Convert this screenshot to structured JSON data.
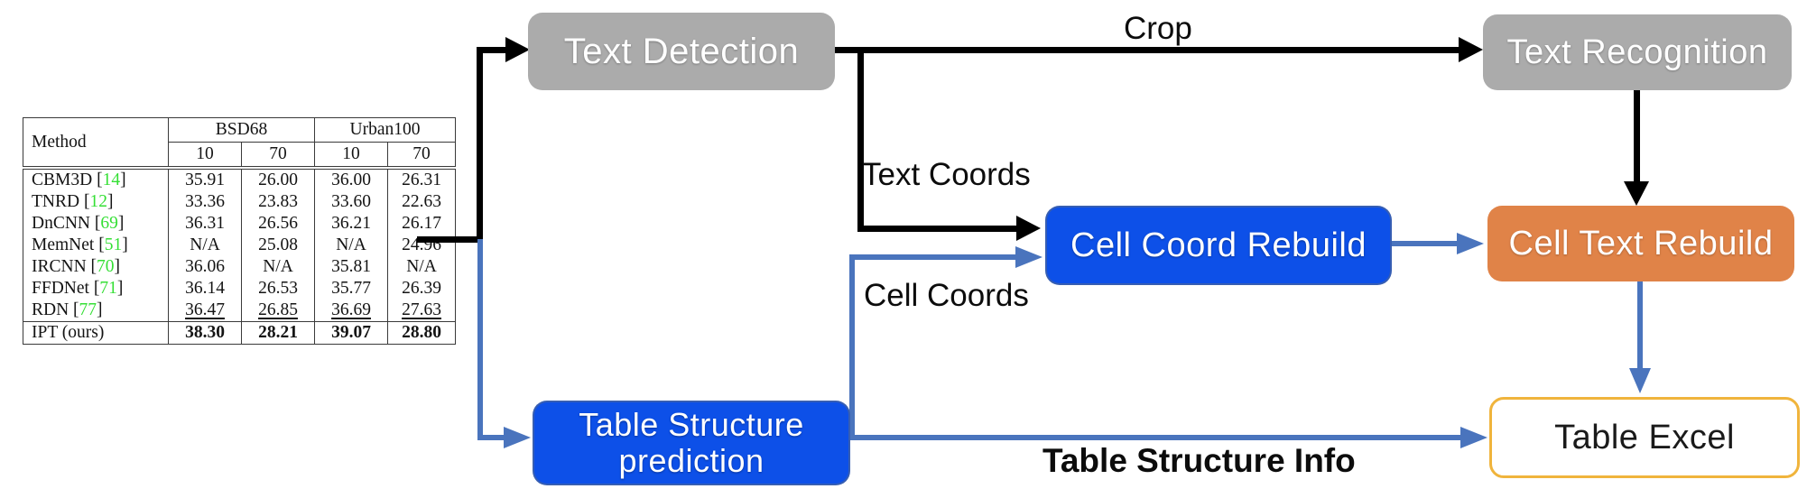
{
  "diagram": {
    "nodes": {
      "text_detection": {
        "label": "Text Detection"
      },
      "text_recognition": {
        "label": "Text Recognition"
      },
      "cell_coord_rebuild": {
        "label": "Cell Coord Rebuild"
      },
      "cell_text_rebuild": {
        "label": "Cell Text Rebuild"
      },
      "table_structure_prediction": {
        "line1": "Table Structure",
        "line2": "prediction"
      },
      "table_excel": {
        "label": "Table Excel"
      }
    },
    "edge_labels": {
      "crop": "Crop",
      "text_coords": "Text Coords",
      "cell_coords": "Cell Coords",
      "table_structure_info": "Table Structure Info"
    },
    "colors": {
      "node_gray": "#ababab",
      "node_blue": "#0d50e8",
      "node_orange": "#e08348",
      "excel_border_gold": "#f0b43c",
      "arrow_black": "#000000",
      "arrow_blue": "#4a74bd",
      "citation_green": "#35df35"
    }
  },
  "input_table": {
    "col_method": "Method",
    "group_headers": [
      "BSD68",
      "Urban100"
    ],
    "sub_headers": [
      "10",
      "70",
      "10",
      "70"
    ],
    "bracket_open": "[",
    "bracket_close": "]",
    "rows": [
      {
        "method": "CBM3D",
        "cite": "14",
        "v": [
          "35.91",
          "26.00",
          "36.00",
          "26.31"
        ]
      },
      {
        "method": "TNRD",
        "cite": "12",
        "v": [
          "33.36",
          "23.83",
          "33.60",
          "22.63"
        ]
      },
      {
        "method": "DnCNN",
        "cite": "69",
        "v": [
          "36.31",
          "26.56",
          "36.21",
          "26.17"
        ]
      },
      {
        "method": "MemNet",
        "cite": "51",
        "v": [
          "N/A",
          "25.08",
          "N/A",
          "24.96"
        ]
      },
      {
        "method": "IRCNN",
        "cite": "70",
        "v": [
          "36.06",
          "N/A",
          "35.81",
          "N/A"
        ]
      },
      {
        "method": "FFDNet",
        "cite": "71",
        "v": [
          "36.14",
          "26.53",
          "35.77",
          "26.39"
        ]
      },
      {
        "method": "RDN",
        "cite": "77",
        "v": [
          "36.47",
          "26.85",
          "36.69",
          "27.63"
        ]
      },
      {
        "method": "IPT (ours)",
        "cite": "",
        "v": [
          "38.30",
          "28.21",
          "39.07",
          "28.80"
        ]
      }
    ]
  }
}
